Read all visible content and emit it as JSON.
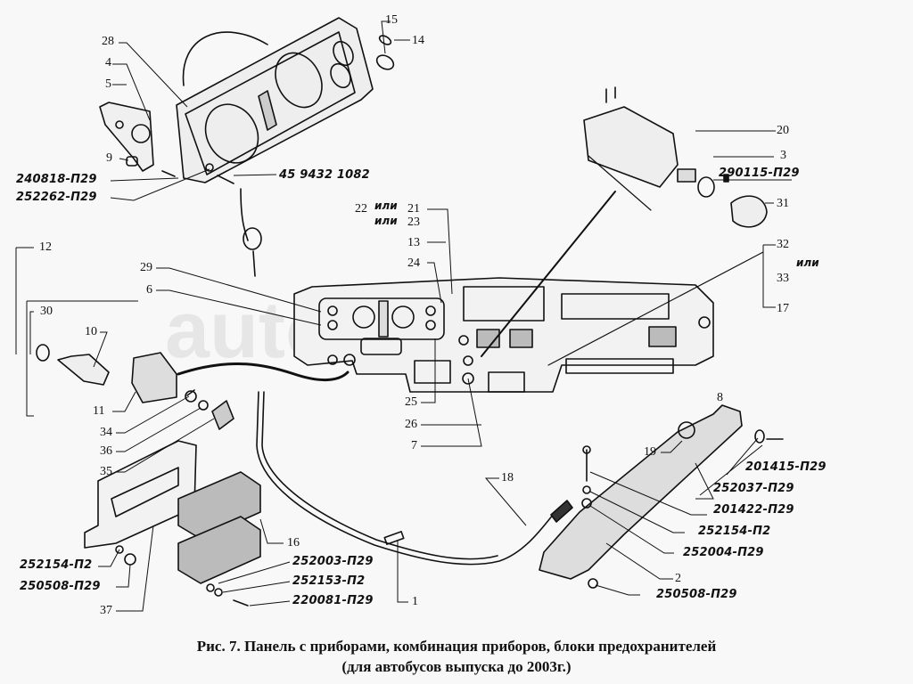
{
  "figure": {
    "caption_line1": "Рис. 7. Панель с приборами, комбинация приборов, блоки предохранителей",
    "caption_line2": "(для автобусов выпуска до 2003г.)",
    "watermark": "autoopt.ru"
  },
  "callouts": {
    "n28": "28",
    "n4": "4",
    "n5": "5",
    "n9": "9",
    "n15": "15",
    "n14": "14",
    "n20": "20",
    "n3": "3",
    "n31": "31",
    "n22": "22",
    "n21": "21",
    "n23": "23",
    "n13": "13",
    "n24": "24",
    "n32": "32",
    "n33": "33",
    "n17": "17",
    "n12": "12",
    "n30": "30",
    "n10": "10",
    "n29": "29",
    "n6": "6",
    "n11": "11",
    "n34": "34",
    "n36": "36",
    "n35": "35",
    "n37": "37",
    "n25": "25",
    "n26": "26",
    "n7": "7",
    "n8": "8",
    "n19": "19",
    "n18": "18",
    "n16": "16",
    "n1": "1",
    "n2": "2",
    "or": "или"
  },
  "part_codes": {
    "c240818": "240818-П29",
    "c252262": "252262-П29",
    "c459432": "45 9432 1082",
    "c290115": "290115-П29",
    "c201415": "201415-П29",
    "c252037": "252037-П29",
    "c201422": "201422-П29",
    "c252154a": "252154-П2",
    "c252004": "252004-П29",
    "c250508a": "250508-П29",
    "c252154b": "252154-П2",
    "c250508b": "250508-П29",
    "c252003": "252003-П29",
    "c252153": "252153-П2",
    "c220081": "220081-П29"
  }
}
